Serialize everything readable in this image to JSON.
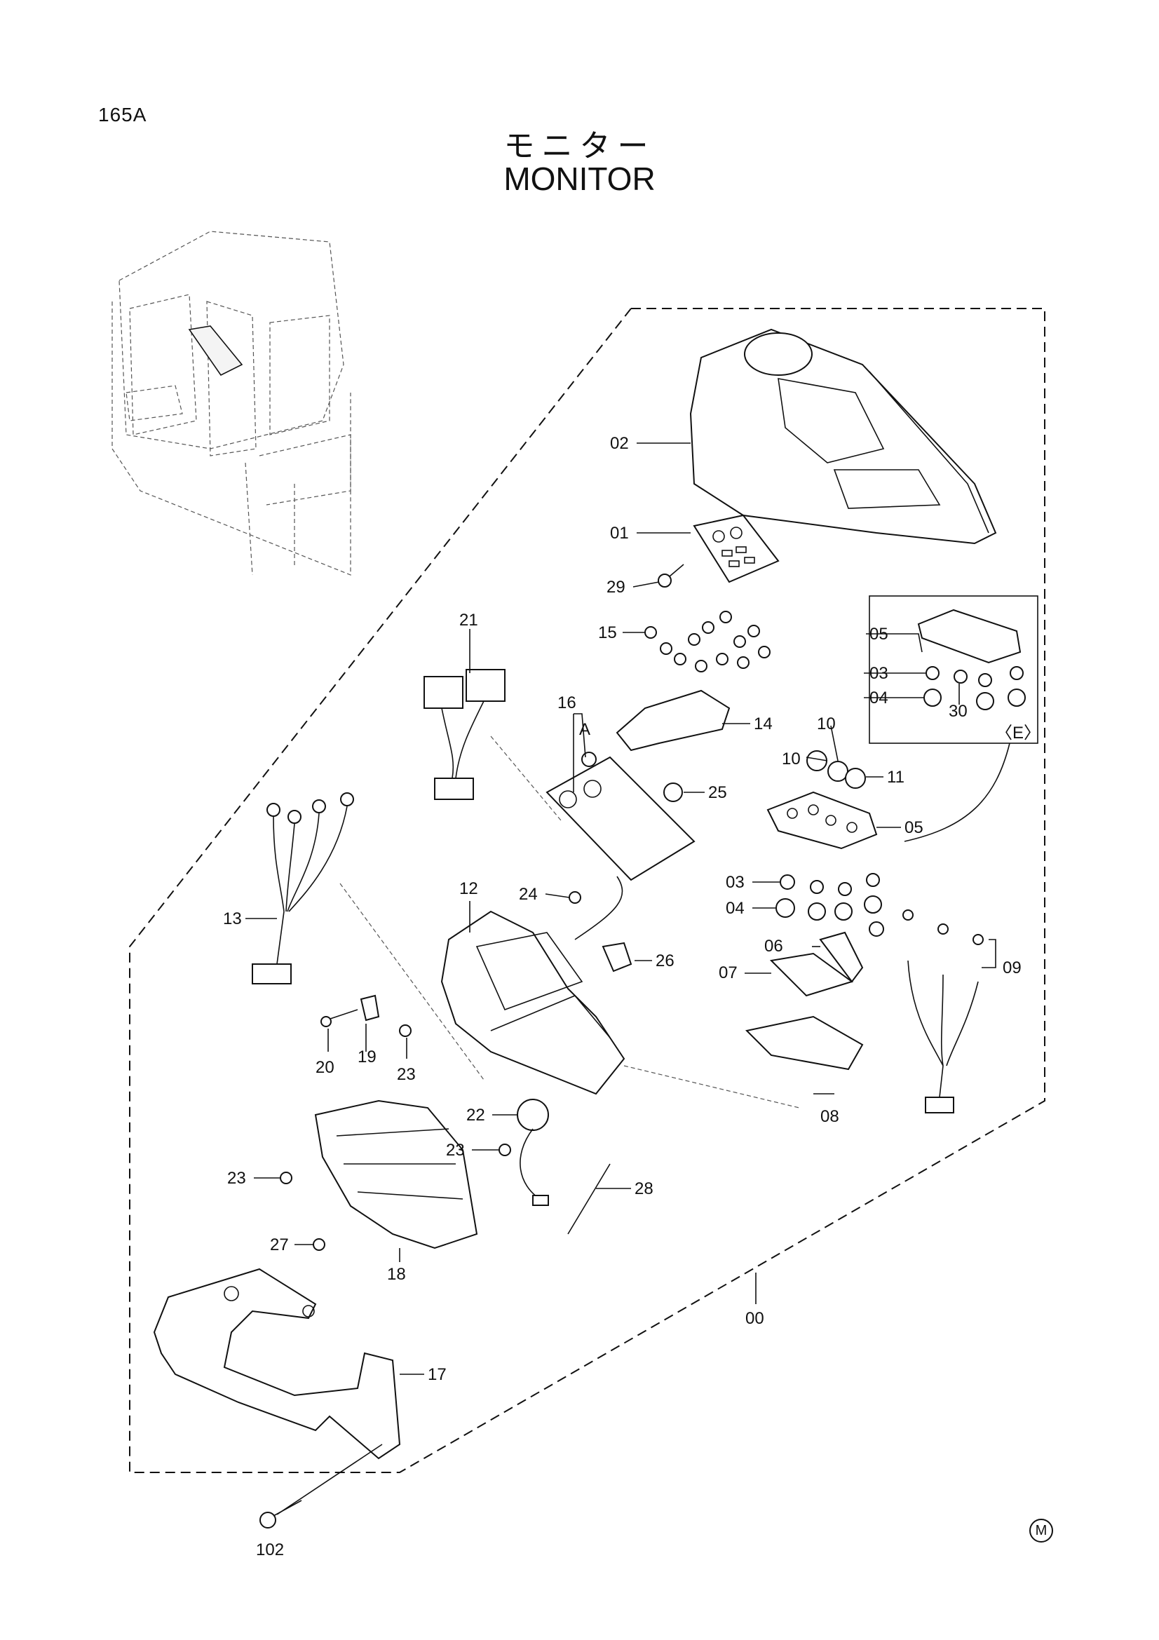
{
  "page_number": "165A",
  "title_jp": "モニター",
  "title_en": "MONITOR",
  "detail_marker": "〈E〉",
  "view_marker_A": "A",
  "maker_mark": "M",
  "callouts": {
    "c02": "02",
    "c01": "01",
    "c29": "29",
    "c21": "21",
    "c15": "15",
    "c16": "16",
    "c14": "14",
    "c05_detail": "05",
    "c03_detail": "03",
    "c04_detail": "04",
    "c30": "30",
    "c10a": "10",
    "c10b": "10",
    "c11": "11",
    "c25": "25",
    "c05": "05",
    "c13": "13",
    "c12": "12",
    "c24": "24",
    "c03": "03",
    "c04": "04",
    "c26": "26",
    "c06": "06",
    "c07": "07",
    "c09": "09",
    "c20": "20",
    "c19": "19",
    "c23a": "23",
    "c22": "22",
    "c23b": "23",
    "c08": "08",
    "c23c": "23",
    "c28": "28",
    "c27": "27",
    "c18": "18",
    "c00": "00",
    "c17": "17",
    "c102": "102"
  }
}
